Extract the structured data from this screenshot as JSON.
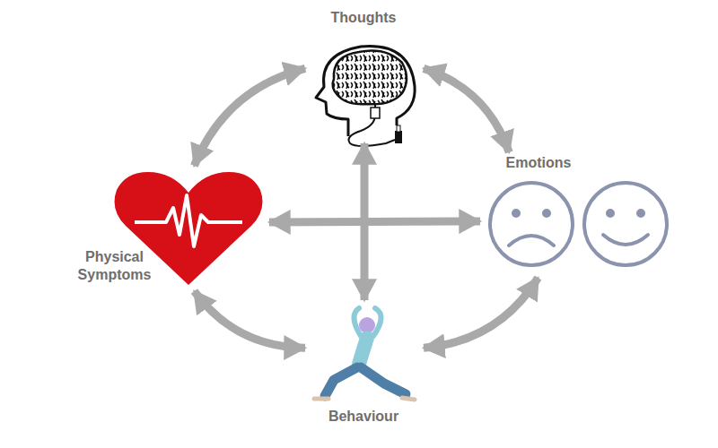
{
  "diagram": {
    "nodes": [
      {
        "text": [
          "Thoughts"
        ]
      },
      {
        "text": [
          "Physical Symptoms"
        ]
      },
      {
        "text": [
          "Emotions"
        ]
      },
      {
        "text": [
          "Behaviour"
        ]
      }
    ],
    "edges": [
      {
        "from": 0,
        "to": 1,
        "arrow": "both"
      },
      {
        "from": 0,
        "to": 2,
        "arrow": "both"
      },
      {
        "from": 2,
        "to": 3,
        "arrow": "both"
      },
      {
        "from": 1,
        "to": 3,
        "arrow": "both"
      },
      {
        "from": 0,
        "to": 3,
        "arrow": "both"
      },
      {
        "from": 1,
        "to": 2,
        "arrow": "both"
      }
    ]
  }
}
